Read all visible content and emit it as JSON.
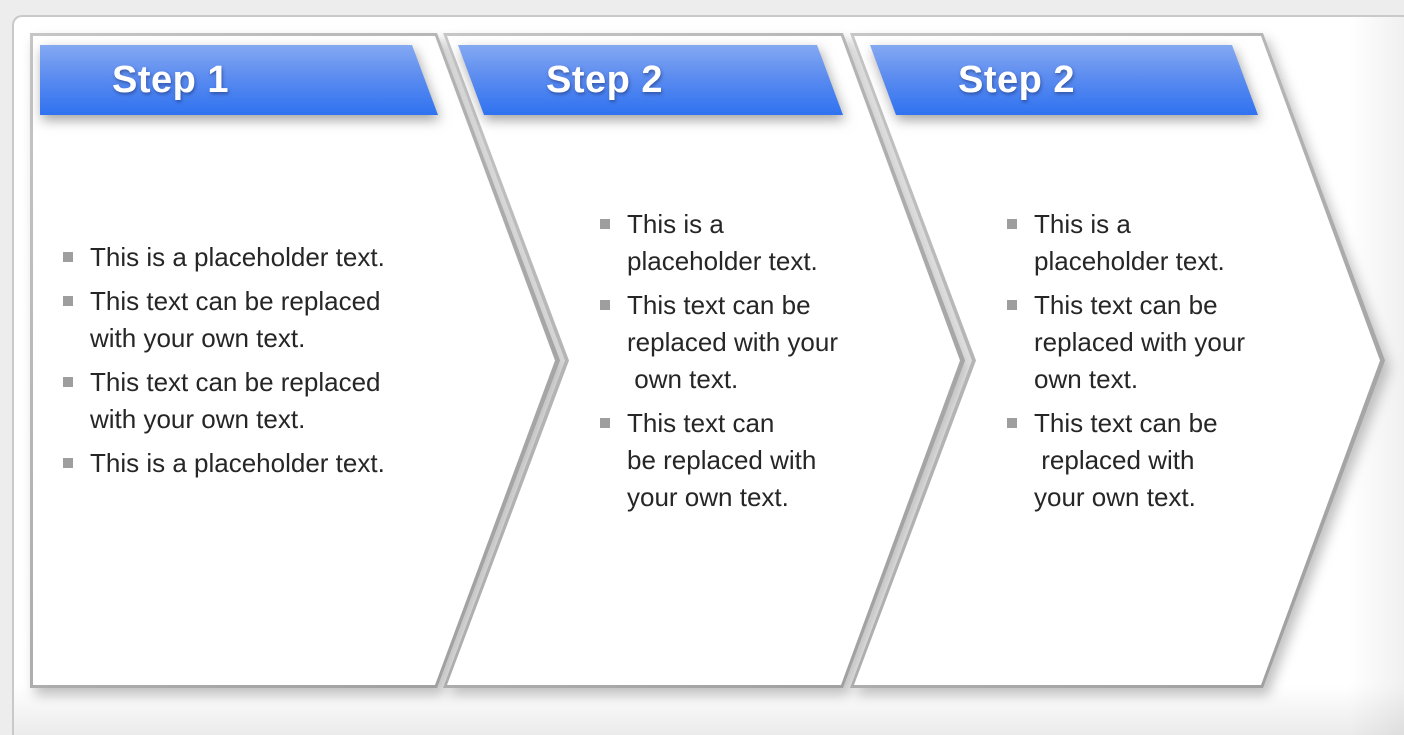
{
  "panels": [
    {
      "title": "Step 1",
      "bullets": [
        "This is a placeholder text.",
        "This text can be replaced\nwith your own text.",
        "This text can be replaced\nwith your own text.",
        "This is a placeholder text."
      ]
    },
    {
      "title": "Step 2",
      "bullets": [
        "This is a\nplaceholder text.",
        "This text can be\nreplaced with your\n own text.",
        "This text can\nbe replaced with\nyour own text."
      ]
    },
    {
      "title": "Step 2",
      "bullets": [
        "This is a\nplaceholder text.",
        "This text can be\nreplaced with your\nown text.",
        "This text can be\n replaced with\nyour own text."
      ]
    }
  ],
  "colors": {
    "header_gradient_top": "#84a9f2",
    "header_gradient_bottom": "#2f72f0",
    "header_text": "#ffffff",
    "body_text": "#262626",
    "bullet_square": "#9e9e9e",
    "panel_border": "#ababab",
    "panel_fill": "#ffffff",
    "frame_border": "#c9c9c9",
    "page_background": "#ededed"
  }
}
